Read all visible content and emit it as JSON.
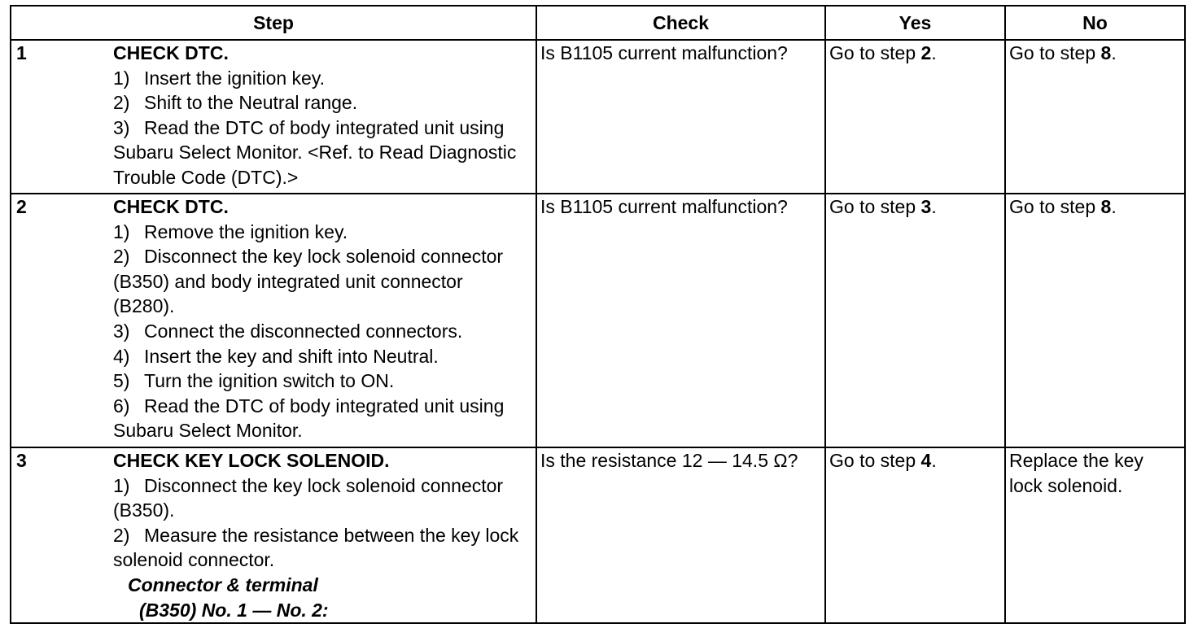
{
  "table": {
    "headers": {
      "step": "Step",
      "check": "Check",
      "yes": "Yes",
      "no": "No"
    },
    "rows": [
      {
        "number": "1",
        "title": "CHECK DTC.",
        "instructions": [
          {
            "num": "1)",
            "text": "Insert the ignition key."
          },
          {
            "num": "2)",
            "text": "Shift to the Neutral range."
          },
          {
            "num": "3)",
            "text": "Read the DTC of body integrated unit using Subaru Select Monitor. <Ref. to Read Diagnostic Trouble Code (DTC).>"
          }
        ],
        "check": "Is B1105 current malfunction?",
        "yes_prefix": "Go to step ",
        "yes_step": "2",
        "yes_suffix": ".",
        "no_prefix": "Go to step ",
        "no_step": "8",
        "no_suffix": "."
      },
      {
        "number": "2",
        "title": "CHECK DTC.",
        "instructions": [
          {
            "num": "1)",
            "text": "Remove the ignition key."
          },
          {
            "num": "2)",
            "text": "Disconnect the key lock solenoid connector (B350) and body integrated unit connector (B280)."
          },
          {
            "num": "3)",
            "text": "Connect the disconnected connectors."
          },
          {
            "num": "4)",
            "text": "Insert the key and shift into Neutral."
          },
          {
            "num": "5)",
            "text": "Turn the ignition switch to ON."
          },
          {
            "num": "6)",
            "text": "Read the DTC of body integrated unit using Subaru Select Monitor."
          }
        ],
        "check": "Is B1105 current malfunction?",
        "yes_prefix": "Go to step ",
        "yes_step": "3",
        "yes_suffix": ".",
        "no_prefix": "Go to step ",
        "no_step": "8",
        "no_suffix": "."
      },
      {
        "number": "3",
        "title": "CHECK KEY LOCK SOLENOID.",
        "instructions": [
          {
            "num": "1)",
            "text": "Disconnect the key lock solenoid connector (B350)."
          },
          {
            "num": "2)",
            "text": "Measure the resistance between the key lock solenoid connector."
          }
        ],
        "spec_label": "Connector & terminal",
        "spec_value": "(B350) No. 1 — No. 2:",
        "check": "Is the resistance 12 — 14.5 Ω?",
        "yes_prefix": "Go to step ",
        "yes_step": "4",
        "yes_suffix": ".",
        "no_text": "Replace the key lock solenoid."
      }
    ]
  }
}
